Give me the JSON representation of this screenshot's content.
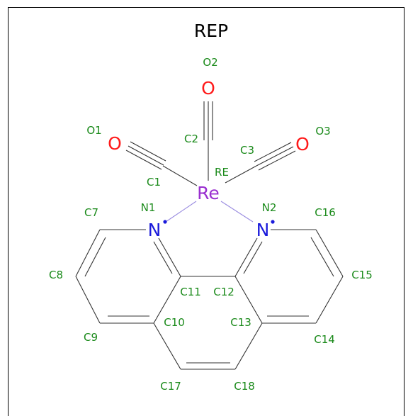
{
  "title": "REP",
  "colors": {
    "border": "#000000",
    "bond": "#333333",
    "metal_bond": "#9a8ce0",
    "carbon_label": "#1a8a1a",
    "oxygen": "#ff1a1a",
    "nitrogen": "#1a1adb",
    "rhenium": "#9a30d0",
    "title": "#000000"
  },
  "symbols": {
    "O_top": "O",
    "O_left": "O",
    "O_right": "O",
    "Re": "Re",
    "N_left": "N",
    "N_right": "N"
  },
  "atom_labels": {
    "O1": "O1",
    "O2": "O2",
    "O3": "O3",
    "C1": "C1",
    "C2": "C2",
    "C3": "C3",
    "RE": "RE",
    "N1": "N1",
    "N2": "N2",
    "C7": "C7",
    "C8": "C8",
    "C9": "C9",
    "C10": "C10",
    "C11": "C11",
    "C12": "C12",
    "C13": "C13",
    "C14": "C14",
    "C15": "C15",
    "C16": "C16",
    "C17": "C17",
    "C18": "C18"
  }
}
